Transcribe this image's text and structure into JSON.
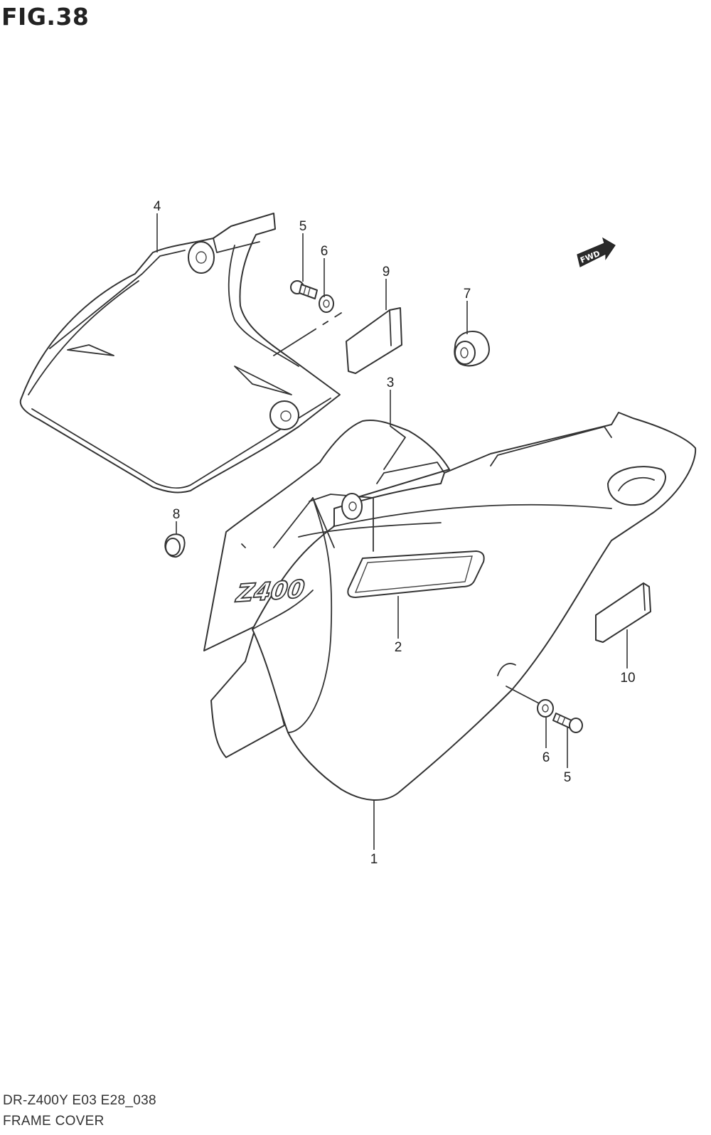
{
  "figure_title": "FIG.38",
  "footer": {
    "model_code": "DR-Z400Y E03 E28_038",
    "section_name": "FRAME COVER"
  },
  "direction_badge": "FWD",
  "logo_text": "Z400",
  "callouts": {
    "frame_cover": "1",
    "emblem": "2",
    "cover_upper": "3",
    "side_cover": "4",
    "bolt_upper": "5",
    "washer_upper": "6",
    "cushion": "7",
    "grommet": "8",
    "pad_upper": "9",
    "pad_lower": "10",
    "washer_lower": "6",
    "bolt_lower": "5"
  }
}
